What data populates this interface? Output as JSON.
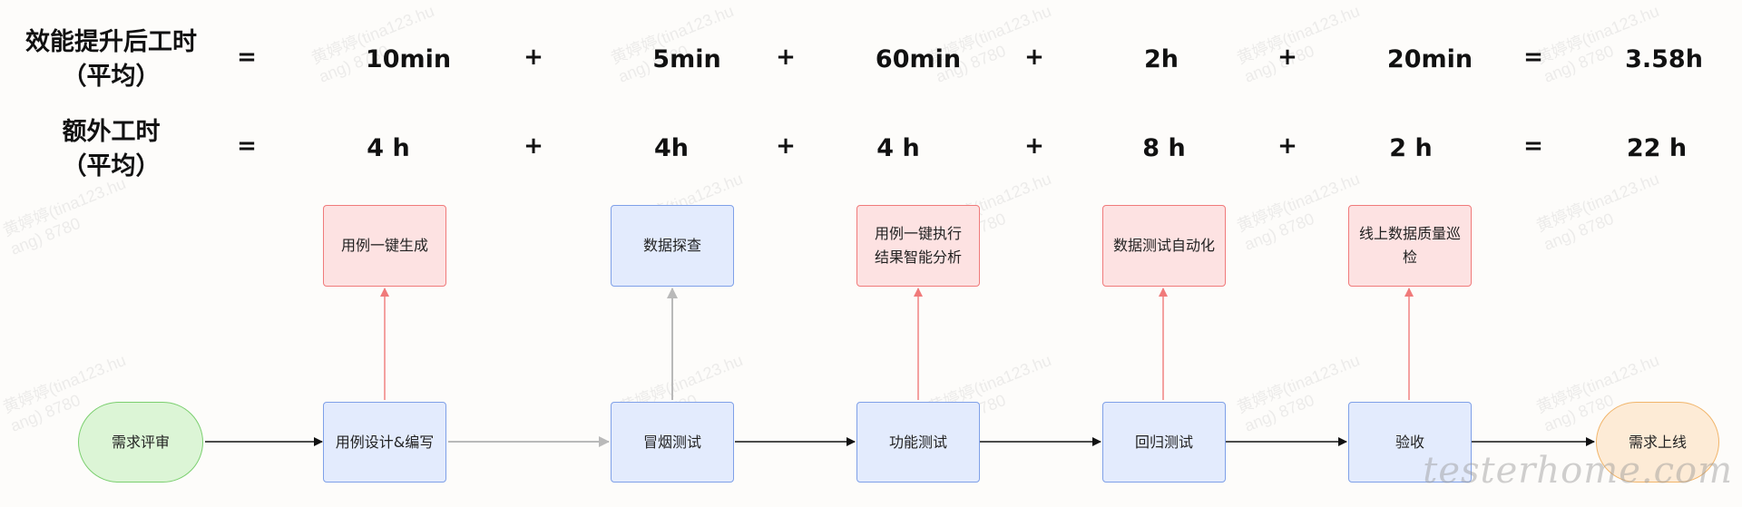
{
  "rows": [
    {
      "label": "效能提升后工时\n（平均）",
      "terms": [
        "=",
        "10min",
        "+",
        "5min",
        "+",
        "60min",
        "+",
        "2h",
        "+",
        "20min",
        "=",
        "3.58h"
      ]
    },
    {
      "label": "额外工时\n（平均）",
      "terms": [
        "=",
        "4 h",
        "+",
        "4h",
        "+",
        "4 h",
        "+",
        "8 h",
        "+",
        "2 h",
        "=",
        "22 h"
      ]
    }
  ],
  "flow": {
    "start": "需求评审",
    "steps": [
      "用例设计&编写",
      "冒烟测试",
      "功能测试",
      "回归测试",
      "验收"
    ],
    "end": "需求上线"
  },
  "tools": [
    "用例一键生成",
    "数据探查",
    "用例一键执行\n结果智能分析",
    "数据测试自动化",
    "线上数据质量巡\n检"
  ],
  "watermark": "黄婷婷(tina123.hu\nang) 8780",
  "site_mark": "testerhome.com",
  "colors": {
    "pink_fill": "#fde2e2",
    "pink_border": "#f07a7a",
    "blue_fill": "#e3ebfd",
    "blue_border": "#7fa0e8",
    "green_fill": "#dcf5d6",
    "orange_fill": "#fdebd6",
    "red_arrow": "#f07a7a",
    "gray_arrow": "#b9b9b9",
    "black_arrow": "#111111"
  }
}
